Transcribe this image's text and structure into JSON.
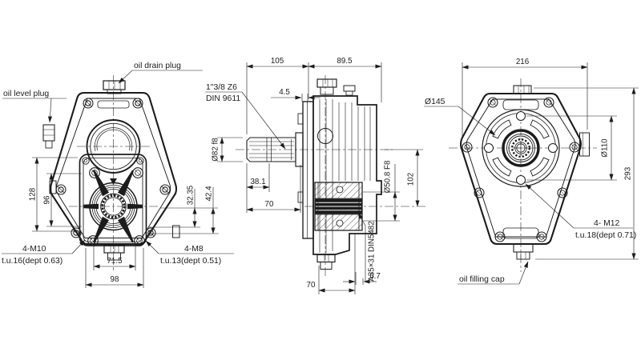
{
  "meta": {
    "background": "#ffffff",
    "line_color": "#1c1c1c",
    "drawing_type": "gearbox three-view technical drawing"
  },
  "front_view": {
    "callouts": {
      "oil_drain_plug": "oil drain plug",
      "oil_level_plug": "oil level plug",
      "m10_bolts": "4-M10",
      "m10_depth": "t.u.16(dept 0.63)",
      "m8_bolts": "4-M8",
      "m8_depth": "t.u.13(dept 0.51)"
    },
    "dims": {
      "flange_height": "128",
      "bolt_pitch_vertical": "96",
      "axis_to_flange_bottom": "32.35",
      "axis_to_housing_bottom": "42.4",
      "bolt_pitch_horizontal": "71.5",
      "flange_width": "98"
    }
  },
  "side_view": {
    "callouts": {
      "input_shaft_spec": "1\"3/8 Z6",
      "input_shaft_standard": "DIN 9611",
      "output_spline_spec": "A35×31 DIN5482"
    },
    "dims": {
      "shaft_assembly_length": "105",
      "housing_depth": "89.5",
      "flange_thickness": "4.5",
      "boss_diameter": "Ø82 f8",
      "spline_length": "38.1",
      "shaft_length": "70",
      "hub_length": "70",
      "hub_face_offset": "6.7",
      "output_bore": "Ø50.8 F8",
      "axis_distance": "102"
    }
  },
  "back_view": {
    "callouts": {
      "flange_spigot": "Ø145",
      "m12_bolts": "4- M12",
      "m12_depth": "t.u.18(dept 0.71)",
      "oil_filling_cap": "oil filling cap"
    },
    "dims": {
      "housing_width": "216",
      "bolt_circle": "Ø110",
      "housing_height": "293"
    }
  }
}
